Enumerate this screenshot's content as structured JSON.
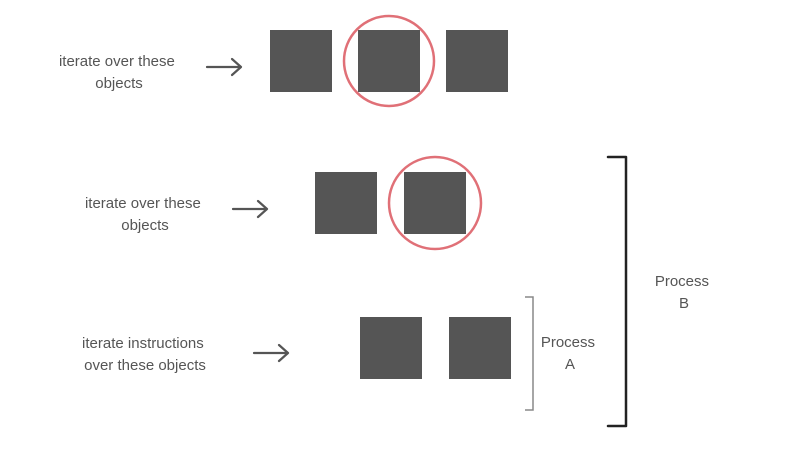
{
  "colors": {
    "box_fill": "#555555",
    "highlight_stroke": "#e07077",
    "text": "#555555",
    "arrow": "#555555",
    "bracket_small": "#888888",
    "bracket_large": "#222222"
  },
  "rows": [
    {
      "label_lines": [
        "iterate over these",
        "objects"
      ],
      "box_count": 3,
      "highlighted_box_index": 1
    },
    {
      "label_lines": [
        "iterate over these",
        "objects"
      ],
      "box_count": 2,
      "highlighted_box_index": 1
    },
    {
      "label_lines": [
        "iterate instructions",
        "over these objects"
      ],
      "box_count": 2,
      "highlighted_box_index": null
    }
  ],
  "process_a": {
    "label_lines": [
      "Process",
      "A"
    ]
  },
  "process_b": {
    "label_lines": [
      "Process",
      "B"
    ]
  }
}
